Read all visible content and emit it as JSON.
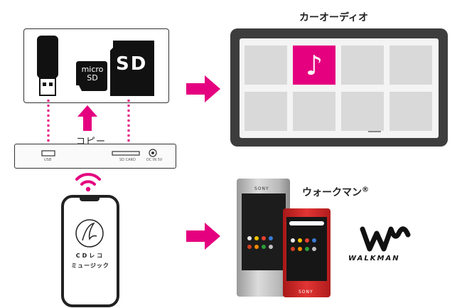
{
  "labels": {
    "copy": "コピー",
    "car_audio": "カーオーディオ",
    "walkman": "ウォークマン",
    "walkman_mark": "®"
  },
  "storage": {
    "microsd_line1": "micro",
    "microsd_line2": "SD",
    "sd": "SD"
  },
  "device": {
    "port_usb": "USB",
    "port_sd": "SD CARD",
    "port_dc": "DC IN 5V"
  },
  "phone_app": {
    "line1": "CDレコ",
    "line2": "ミュージック"
  },
  "walkman_devices": {
    "brand_top": "SONY",
    "brand_bottom": "SONY"
  },
  "logo": {
    "text": "WALKMAN"
  },
  "colors": {
    "accent": "#e4007f",
    "tile": "#d9d9d9",
    "frame": "#3d3d3d",
    "walkman_red": "#e23434"
  },
  "icons": [
    "usb-stick-icon",
    "microsd-card-icon",
    "sd-card-icon",
    "music-note-icon",
    "wifi-icon",
    "smartphone-icon",
    "arrow-right-icon",
    "arrow-up-icon"
  ]
}
